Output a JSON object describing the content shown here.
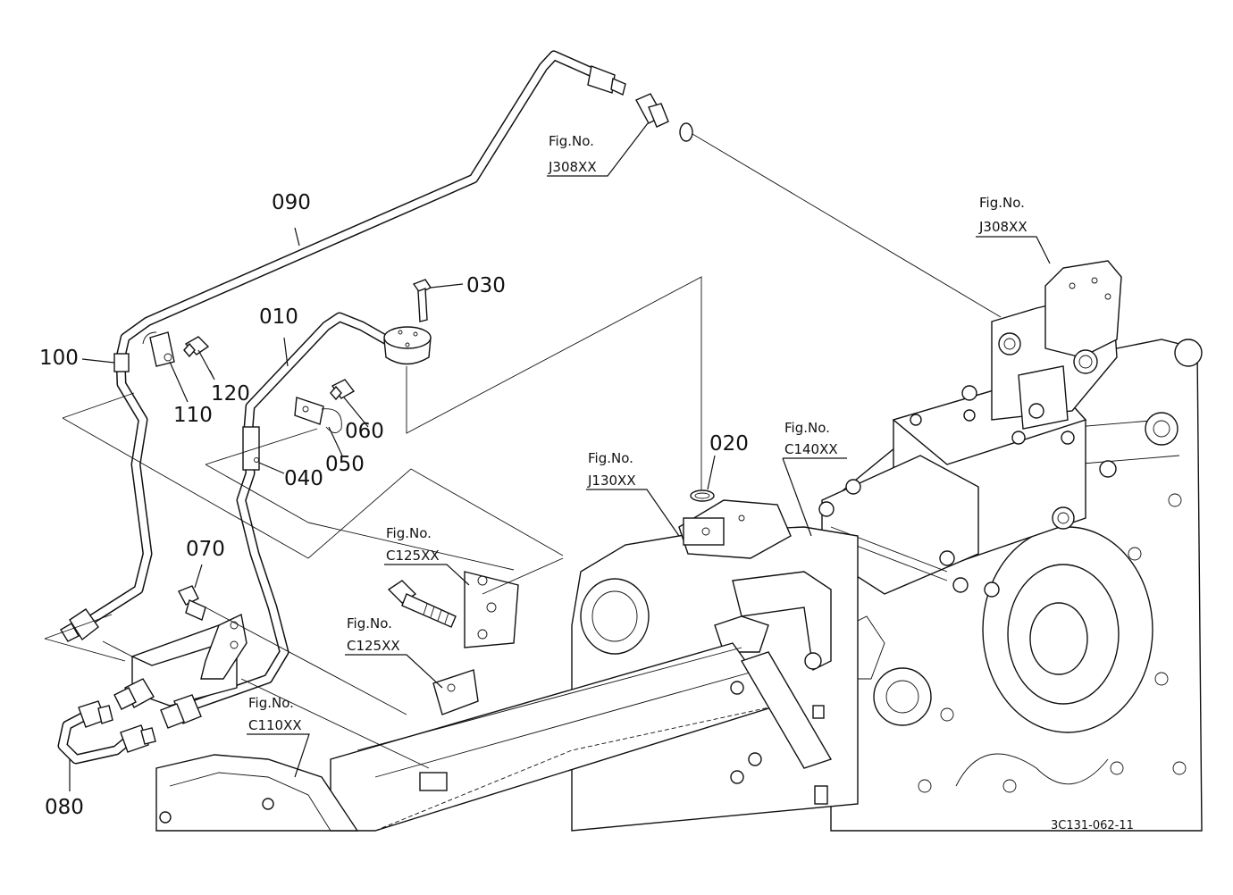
{
  "drawing_code": "3C131-062-11",
  "part_labels": [
    {
      "id": "p090",
      "text": "090"
    },
    {
      "id": "p030",
      "text": "030"
    },
    {
      "id": "p010",
      "text": "010"
    },
    {
      "id": "p100",
      "text": "100"
    },
    {
      "id": "p120",
      "text": "120"
    },
    {
      "id": "p110",
      "text": "110"
    },
    {
      "id": "p060",
      "text": "060"
    },
    {
      "id": "p050",
      "text": "050"
    },
    {
      "id": "p040",
      "text": "040"
    },
    {
      "id": "p020",
      "text": "020"
    },
    {
      "id": "p070",
      "text": "070"
    },
    {
      "id": "p080",
      "text": "080"
    }
  ],
  "fig_refs": [
    {
      "id": "f1",
      "label": "Fig.No.",
      "code": "J308XX"
    },
    {
      "id": "f2",
      "label": "Fig.No.",
      "code": "J308XX"
    },
    {
      "id": "f3",
      "label": "Fig.No.",
      "code": "C140XX"
    },
    {
      "id": "f4",
      "label": "Fig.No.",
      "code": "J130XX"
    },
    {
      "id": "f5",
      "label": "Fig.No.",
      "code": "C125XX"
    },
    {
      "id": "f6",
      "label": "Fig.No.",
      "code": "C125XX"
    },
    {
      "id": "f7",
      "label": "Fig.No.",
      "code": "C110XX"
    }
  ]
}
